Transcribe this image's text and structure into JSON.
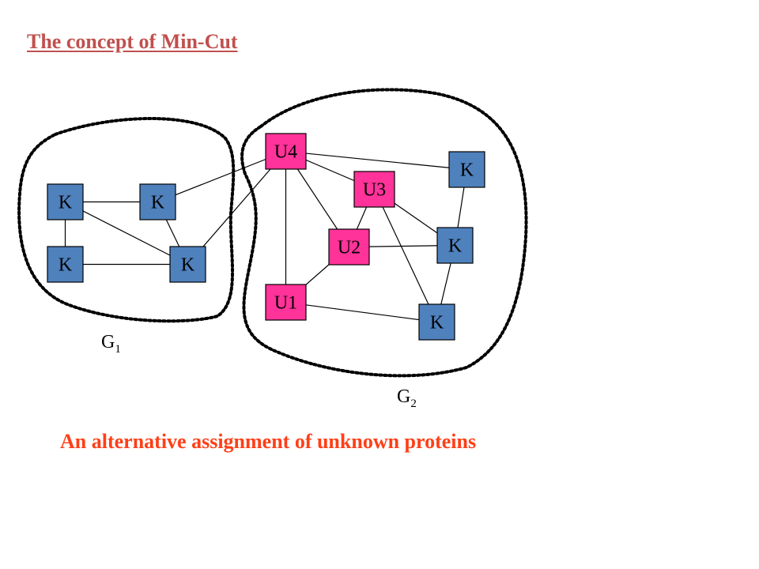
{
  "title": "The concept of Min-Cut",
  "caption": "An alternative assignment of unknown proteins",
  "colors": {
    "known_node": "#4f81bd",
    "unknown_node": "#ff3399",
    "title": "#c0504d",
    "caption": "#ff3f17"
  },
  "groups": [
    {
      "id": "g1",
      "label": "G",
      "subscript": "1"
    },
    {
      "id": "g2",
      "label": "G",
      "subscript": "2"
    }
  ],
  "nodes": [
    {
      "id": "k1",
      "label": "K",
      "kind": "known",
      "group": "g1"
    },
    {
      "id": "k2",
      "label": "K",
      "kind": "known",
      "group": "g1"
    },
    {
      "id": "k3",
      "label": "K",
      "kind": "known",
      "group": "g1"
    },
    {
      "id": "k4",
      "label": "K",
      "kind": "known",
      "group": "g1"
    },
    {
      "id": "u4",
      "label": "U4",
      "kind": "unknown",
      "group": "g2"
    },
    {
      "id": "u3",
      "label": "U3",
      "kind": "unknown",
      "group": "g2"
    },
    {
      "id": "u2",
      "label": "U2",
      "kind": "unknown",
      "group": "g2"
    },
    {
      "id": "u1",
      "label": "U1",
      "kind": "unknown",
      "group": "g2"
    },
    {
      "id": "k5",
      "label": "K",
      "kind": "known",
      "group": "g2"
    },
    {
      "id": "k6",
      "label": "K",
      "kind": "known",
      "group": "g2"
    },
    {
      "id": "k7",
      "label": "K",
      "kind": "known",
      "group": "g2"
    }
  ],
  "edges": [
    [
      "k1",
      "k2"
    ],
    [
      "k1",
      "k3"
    ],
    [
      "k1",
      "k4"
    ],
    [
      "k3",
      "k4"
    ],
    [
      "k2",
      "k4"
    ],
    [
      "u4",
      "k2"
    ],
    [
      "u4",
      "k4"
    ],
    [
      "u4",
      "u1"
    ],
    [
      "u4",
      "u2"
    ],
    [
      "u4",
      "u3"
    ],
    [
      "u4",
      "k5"
    ],
    [
      "u3",
      "u2"
    ],
    [
      "u3",
      "k6"
    ],
    [
      "u3",
      "k7"
    ],
    [
      "u2",
      "k6"
    ],
    [
      "u2",
      "u1"
    ],
    [
      "k5",
      "k6"
    ],
    [
      "k6",
      "k7"
    ],
    [
      "u1",
      "k7"
    ]
  ]
}
